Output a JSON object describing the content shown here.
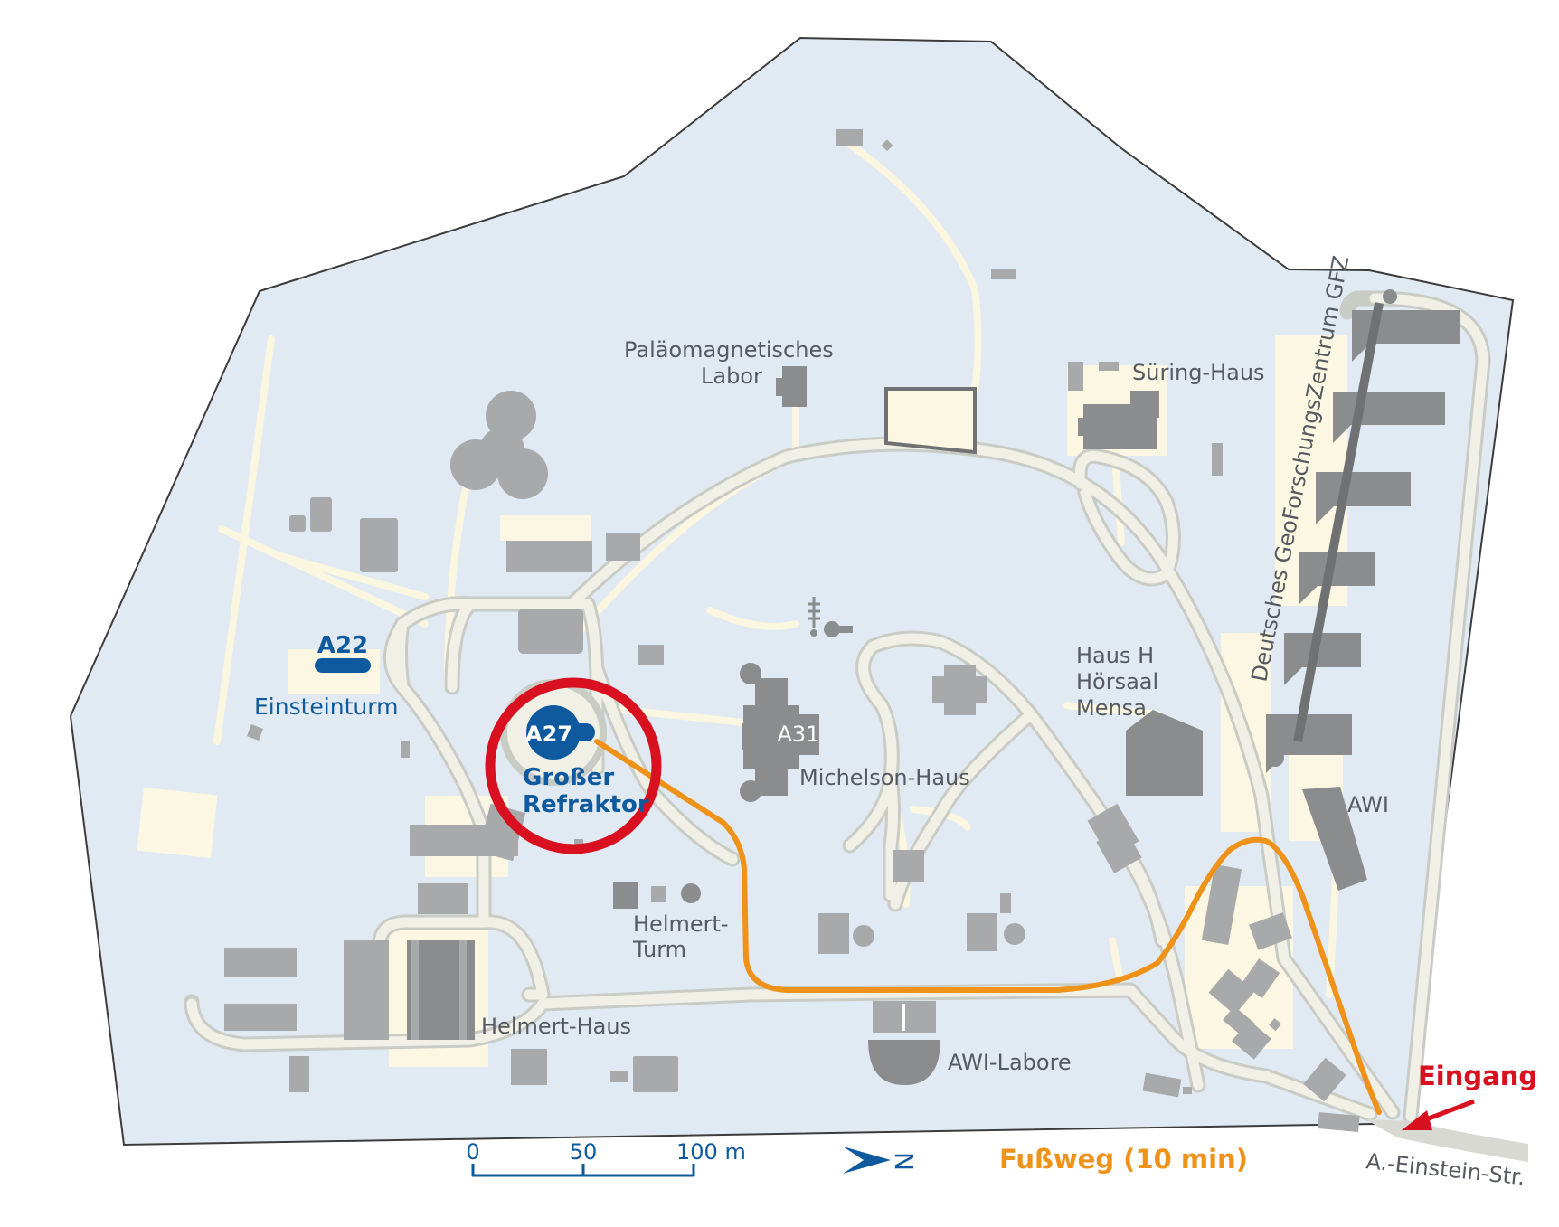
{
  "colors": {
    "ground": "#e1eaf2",
    "ground_border": "#3c3c3c",
    "building": "#a7a9ab",
    "road": "#c9ccc5",
    "footpath": "#ee921a",
    "highlight": "#d8101f",
    "marker": "#0f5a9e",
    "entrance": "#d8101f"
  },
  "markers": {
    "a22": {
      "id": "A22",
      "name": "Einsteinturm"
    },
    "a27": {
      "id": "A27",
      "name_line1": "Großer",
      "name_line2": "Refraktor"
    },
    "a31": {
      "id": "A31",
      "name": "Michelson-Haus"
    }
  },
  "labels": {
    "palaeo_line1": "Paläomagnetisches",
    "palaeo_line2": "Labor",
    "suering": "Süring-Haus",
    "gfz": "Deutsches GeoForschungsZentrum GFZ",
    "haus_h_line1": "Haus H",
    "haus_h_line2": "Hörsaal",
    "haus_h_line3": "Mensa",
    "awi": "AWI",
    "helmert_turm_line1": "Helmert-",
    "helmert_turm_line2": "Turm",
    "helmert_haus": "Helmert-Haus",
    "awi_labore": "AWI-Labore",
    "entrance": "Eingang",
    "street": "A.-Einstein-Str."
  },
  "scale": {
    "tick0": "0",
    "tick1": "50",
    "tick2": "100 m"
  },
  "north": {
    "label": "N",
    "icon": "north-arrow-icon"
  },
  "legend": {
    "footpath": "Fußweg (10 min)"
  }
}
